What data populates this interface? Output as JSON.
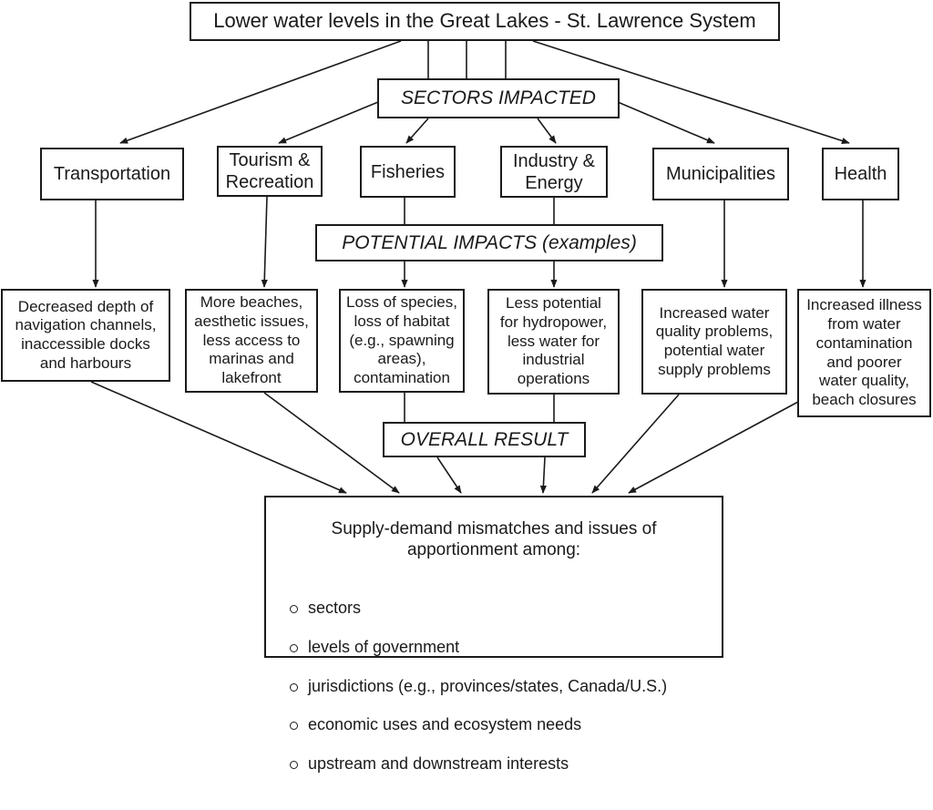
{
  "title": "Lower water levels in the Great Lakes - St. Lawrence System",
  "bands": {
    "sectors": "SECTORS IMPACTED",
    "impacts": "POTENTIAL IMPACTS (examples)",
    "result": "OVERALL RESULT"
  },
  "sectors": [
    "Transportation",
    "Tourism &\nRecreation",
    "Fisheries",
    "Industry &\nEnergy",
    "Municipalities",
    "Health"
  ],
  "impacts": [
    "Decreased depth of\nnavigation channels,\ninaccessible docks\nand harbours",
    "More beaches,\naesthetic issues,\nless access to\nmarinas and\nlakefront",
    "Loss of species,\nloss of habitat\n(e.g., spawning\nareas),\ncontamination",
    "Less potential\nfor hydropower,\nless water for\nindustrial\noperations",
    "Increased water\nquality problems,\npotential water\nsupply problems",
    "Increased illness\nfrom water\ncontamination\nand poorer\nwater quality,\nbeach closures"
  ],
  "result": {
    "heading": "Supply-demand mismatches and issues of\napportionment among:",
    "items": [
      "sectors",
      "levels of government",
      "jurisdictions (e.g., provinces/states, Canada/U.S.)",
      "economic uses and ecosystem needs",
      "upstream and downstream interests"
    ]
  }
}
